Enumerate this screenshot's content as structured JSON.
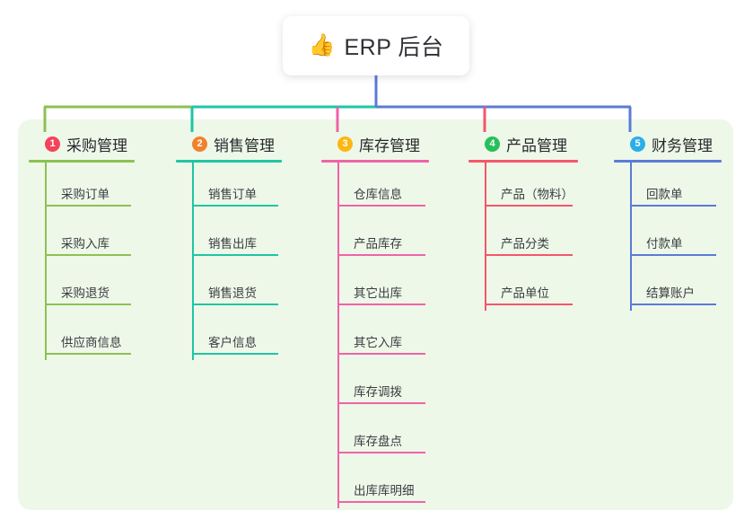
{
  "diagram": {
    "type": "mindmap-tree",
    "root": {
      "icon": "thumbs-up-emoji",
      "emoji": "👍",
      "label": "ERP 后台"
    },
    "panel_color": "#eef8e9",
    "columns": [
      {
        "number": "1",
        "title": "采购管理",
        "badge_color": "#f4435a",
        "line_color": "#8cc152",
        "items": [
          "采购订单",
          "采购入库",
          "采购退货",
          "供应商信息"
        ]
      },
      {
        "number": "2",
        "title": "销售管理",
        "badge_color": "#f0822d",
        "line_color": "#1fc5a4",
        "items": [
          "销售订单",
          "销售出库",
          "销售退货",
          "客户信息"
        ]
      },
      {
        "number": "3",
        "title": "库存管理",
        "badge_color": "#fcb713",
        "line_color": "#ef63a8",
        "items": [
          "仓库信息",
          "产品库存",
          "其它出库",
          "其它入库",
          "库存调拨",
          "库存盘点",
          "出库库明细"
        ]
      },
      {
        "number": "4",
        "title": "产品管理",
        "badge_color": "#27c05a",
        "line_color": "#f4566b",
        "items": [
          "产品（物料）",
          "产品分类",
          "产品单位"
        ]
      },
      {
        "number": "5",
        "title": "财务管理",
        "badge_color": "#2baee8",
        "line_color": "#5b7bd5",
        "items": [
          "回款单",
          "付款单",
          "结算账户"
        ]
      }
    ]
  }
}
